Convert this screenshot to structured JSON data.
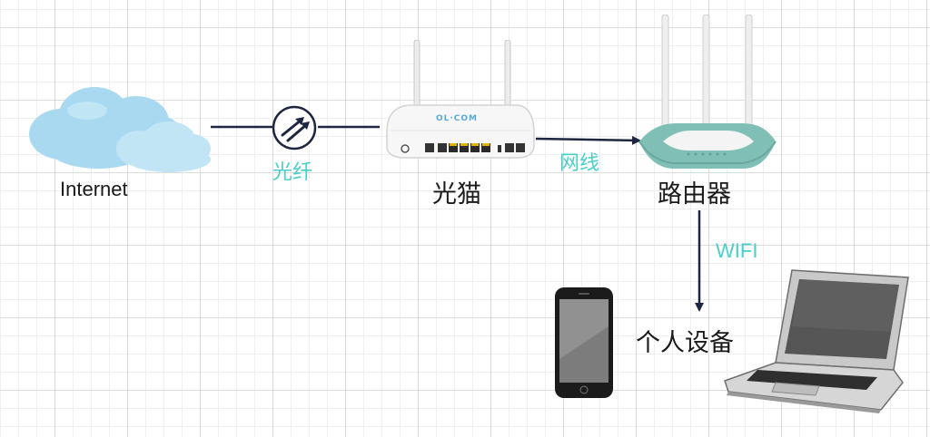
{
  "nodes": {
    "internet": {
      "label": "Internet"
    },
    "modem": {
      "label": "光猫",
      "brand": "OL·COM"
    },
    "router": {
      "label": "路由器"
    },
    "devices": {
      "label": "个人设备"
    }
  },
  "edges": {
    "fiber": {
      "label": "光纤"
    },
    "cable": {
      "label": "网线"
    },
    "wifi": {
      "label": "WIFI"
    }
  },
  "colors": {
    "line": "#1f2740",
    "label_teal": "#48cfc8",
    "cloud": "#a9d9f0",
    "router_body": "#7fbfb5"
  }
}
